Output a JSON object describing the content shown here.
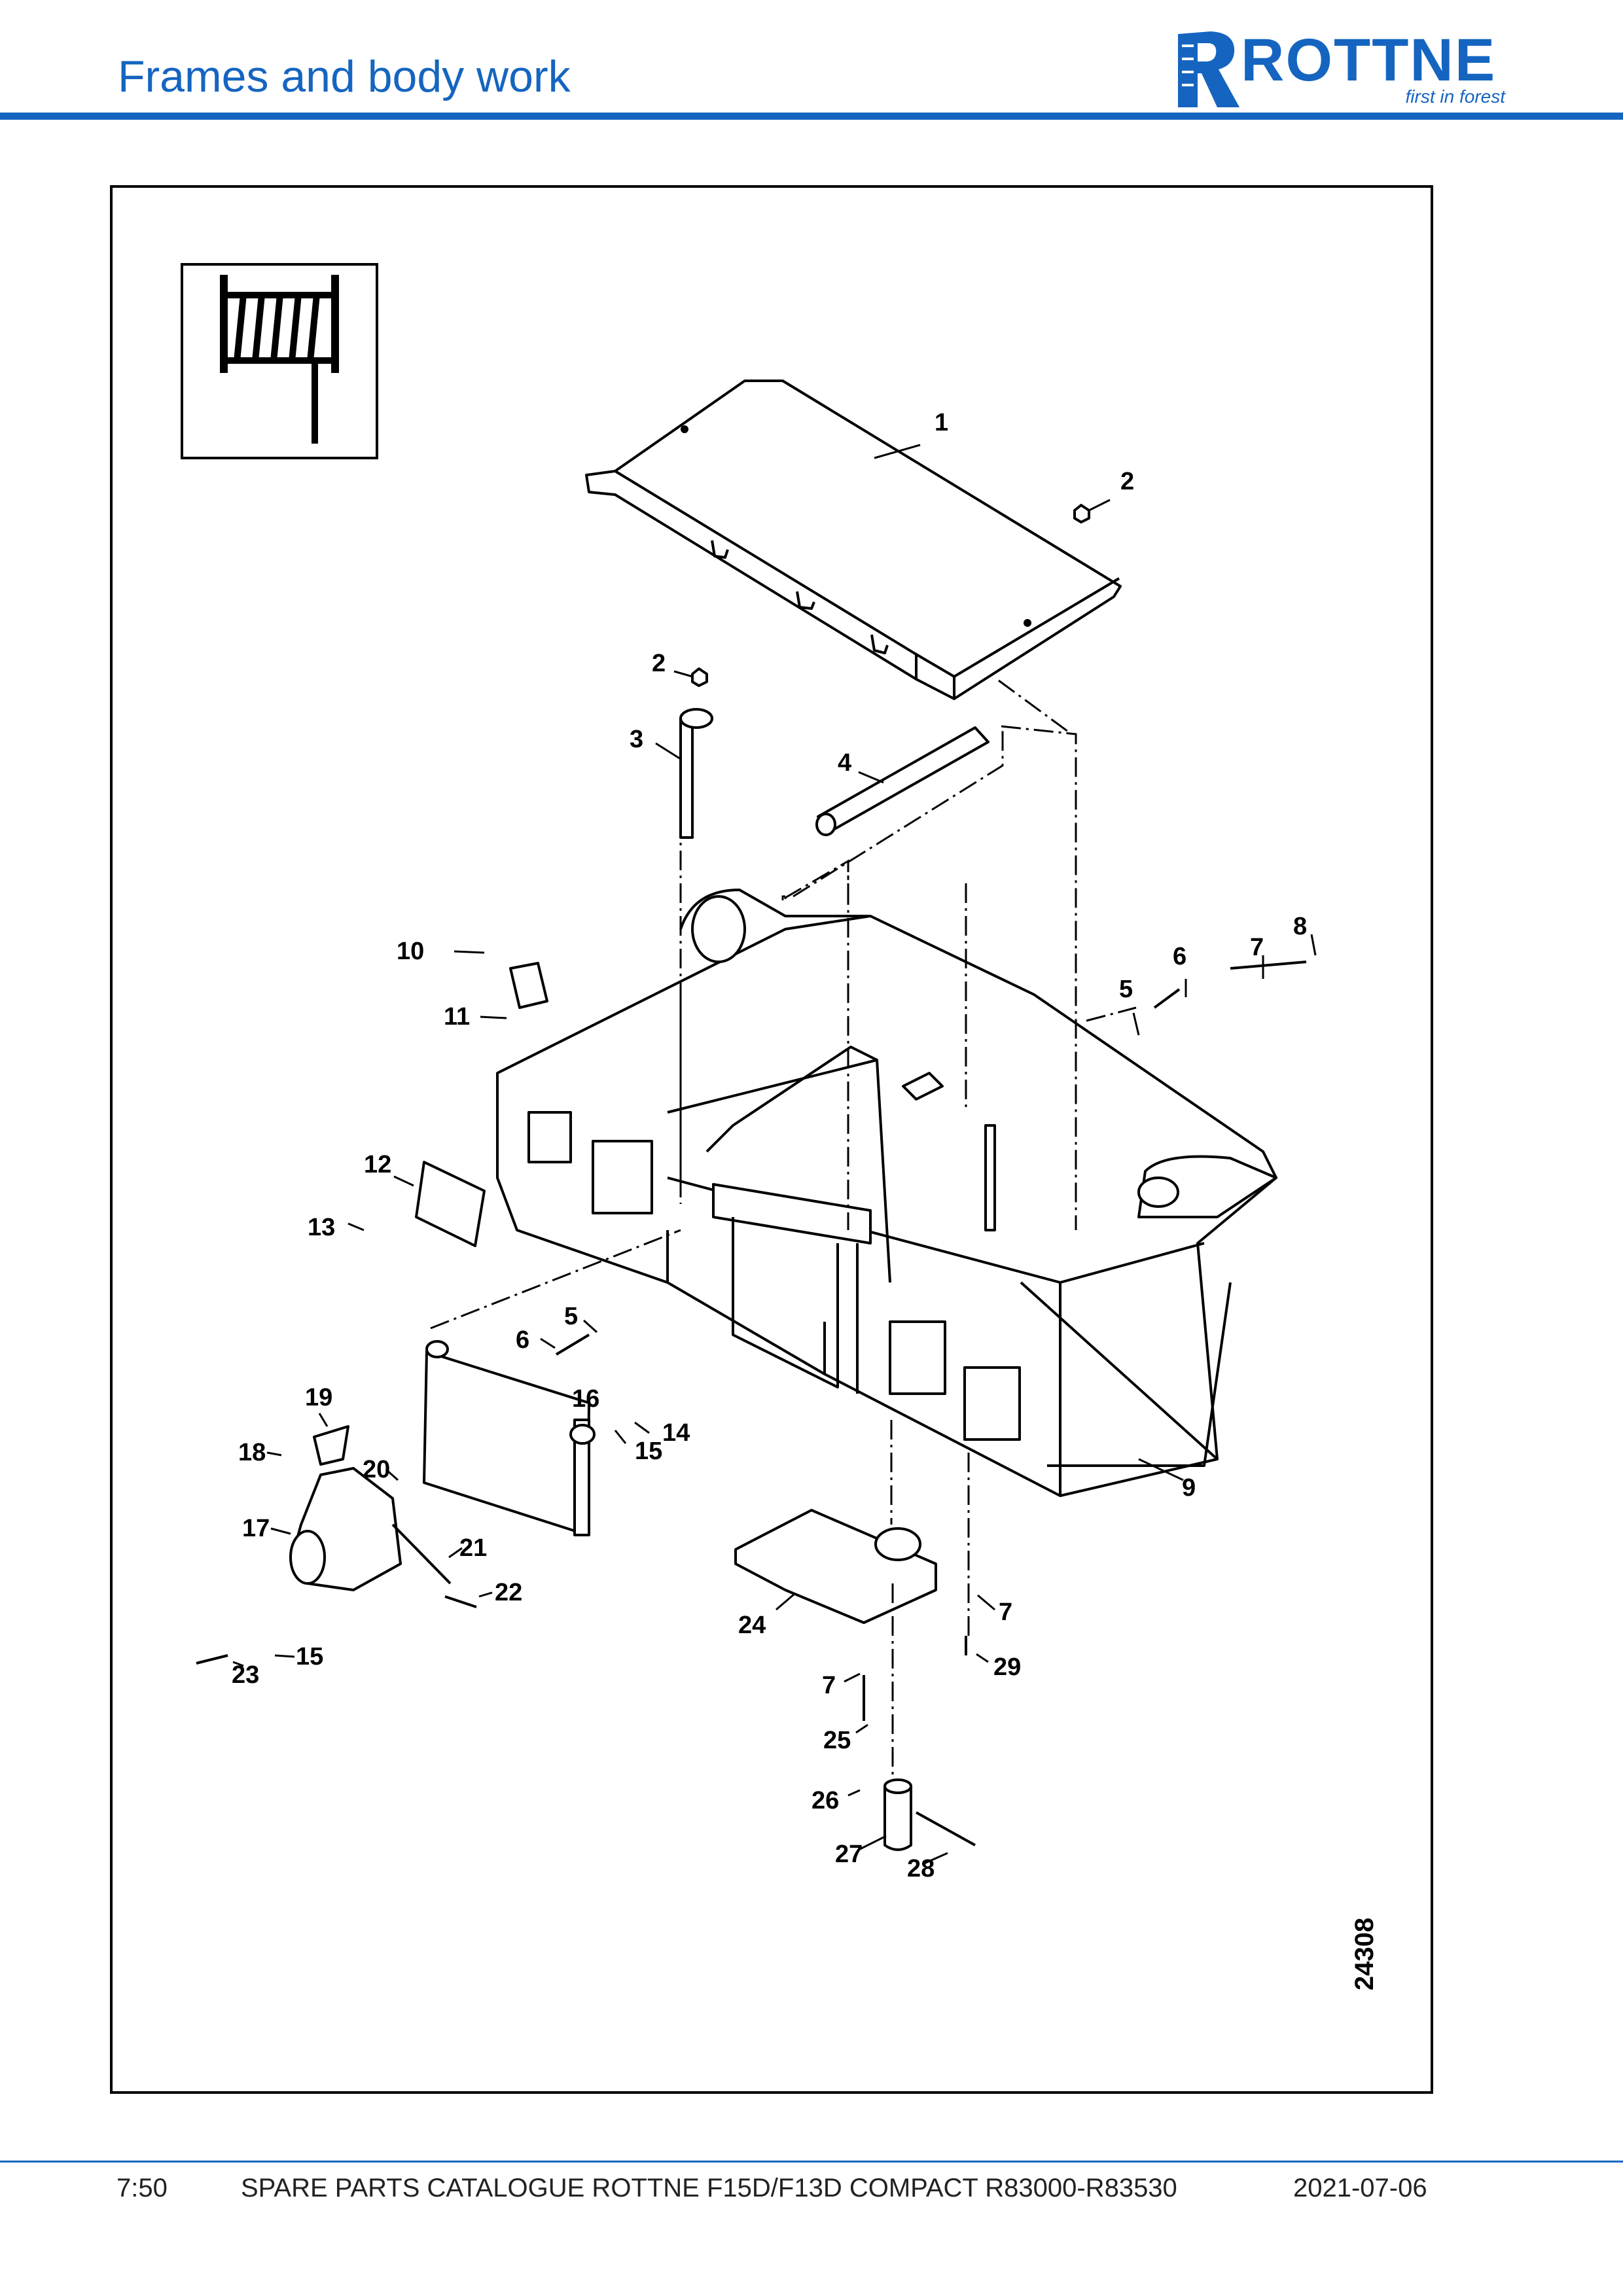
{
  "header": {
    "title": "Frames and body work",
    "logo_text": "ROTTNE",
    "logo_tagline": "first in forest",
    "brand_color": "#1565c0"
  },
  "drawing": {
    "drawing_number": "24308",
    "callouts": [
      "1",
      "2",
      "2",
      "3",
      "4",
      "5",
      "6",
      "7",
      "8",
      "10",
      "11",
      "12",
      "13",
      "5",
      "6",
      "16",
      "19",
      "18",
      "20",
      "17",
      "14",
      "15",
      "21",
      "22",
      "15",
      "23",
      "9",
      "24",
      "7",
      "29",
      "7",
      "25",
      "26",
      "27",
      "28"
    ]
  },
  "footer": {
    "page": "7:50",
    "catalogue": "SPARE PARTS CATALOGUE ROTTNE F15D/F13D COMPACT R83000-R83530",
    "date": "2021-07-06"
  }
}
